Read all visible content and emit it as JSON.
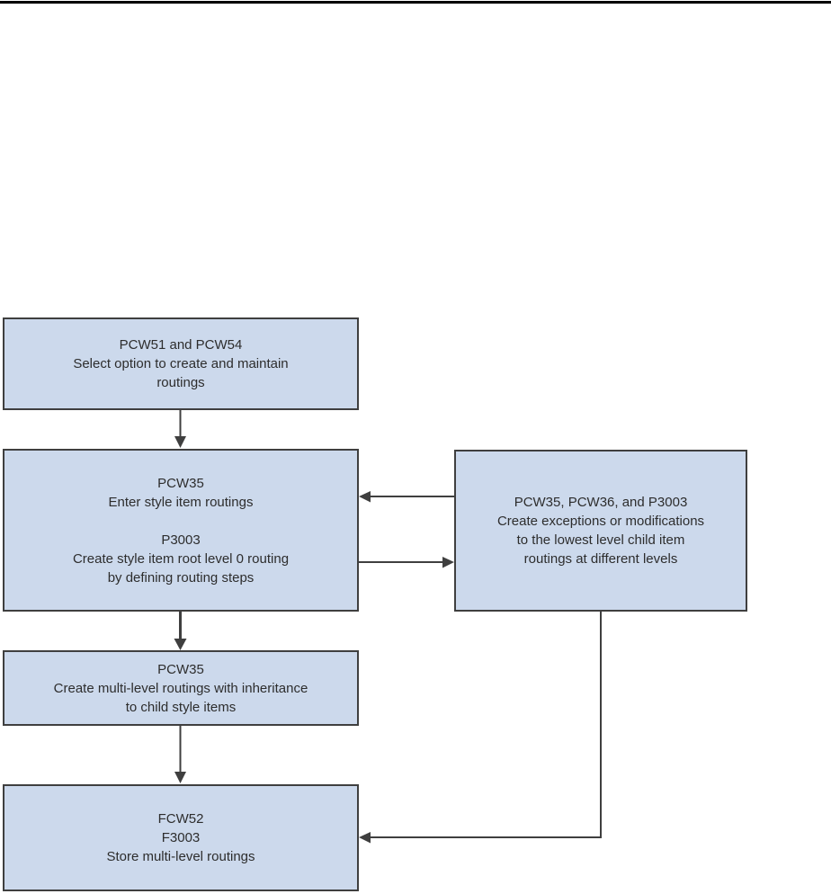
{
  "page": {
    "background_color": "#ffffff",
    "top_rule_color": "#000000"
  },
  "diagram": {
    "box_fill_color": "#ccd9ec",
    "box_border_color": "#3f3f3f",
    "arrow_color": "#3f3f3f",
    "text_color": "#2d2d2d",
    "boxes": [
      {
        "id": "select-option",
        "lines": [
          "PCW51 and PCW54",
          "Select option to create and maintain",
          "routings"
        ]
      },
      {
        "id": "enter-style-item-routings",
        "lines": [
          "PCW35",
          "Enter style item routings",
          "",
          "P3003",
          "Create style item root level 0 routing",
          "by defining routing steps"
        ]
      },
      {
        "id": "create-exceptions",
        "lines": [
          "PCW35, PCW36, and P3003",
          "Create exceptions or modifications",
          "to the lowest level child item",
          "routings at different levels"
        ]
      },
      {
        "id": "multi-level-routings",
        "lines": [
          "PCW35",
          "Create multi-level routings with inheritance",
          "to child style items"
        ]
      },
      {
        "id": "store-routings",
        "lines": [
          "FCW52",
          "F3003",
          "Store multi-level routings"
        ]
      }
    ],
    "connections": [
      {
        "from": "select-option",
        "to": "enter-style-item-routings",
        "type": "down-arrow"
      },
      {
        "from": "create-exceptions",
        "to": "enter-style-item-routings",
        "type": "left-arrow"
      },
      {
        "from": "enter-style-item-routings",
        "to": "create-exceptions",
        "type": "right-arrow"
      },
      {
        "from": "enter-style-item-routings",
        "to": "multi-level-routings",
        "type": "down-arrow-bold"
      },
      {
        "from": "multi-level-routings",
        "to": "store-routings",
        "type": "down-arrow"
      },
      {
        "from": "create-exceptions",
        "to": "store-routings",
        "type": "elbow-left-arrow"
      }
    ]
  }
}
